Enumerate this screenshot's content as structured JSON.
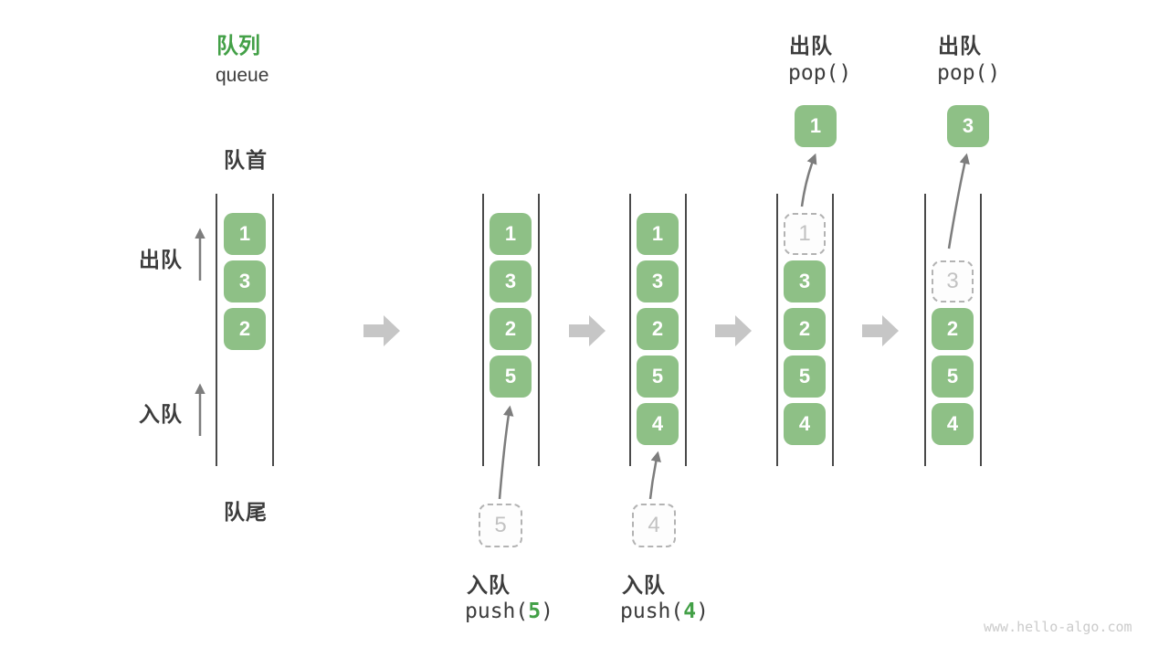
{
  "title": {
    "zh": "队列",
    "en": "queue"
  },
  "side_labels": {
    "front": "队首",
    "rear": "队尾",
    "dequeue": "出队",
    "enqueue": "入队"
  },
  "columns": [
    {
      "slots": [
        {
          "value": "1",
          "style": "green"
        },
        {
          "value": "3",
          "style": "green"
        },
        {
          "value": "2",
          "style": "green"
        }
      ]
    },
    {
      "slots": [
        {
          "value": "1",
          "style": "green"
        },
        {
          "value": "3",
          "style": "green"
        },
        {
          "value": "2",
          "style": "green"
        },
        {
          "value": "5",
          "style": "green"
        }
      ],
      "pending": {
        "value": "5"
      },
      "op_label": {
        "zh": "入队",
        "code_pre": "push(",
        "code_arg": "5",
        "code_post": ")"
      }
    },
    {
      "slots": [
        {
          "value": "1",
          "style": "green"
        },
        {
          "value": "3",
          "style": "green"
        },
        {
          "value": "2",
          "style": "green"
        },
        {
          "value": "5",
          "style": "green"
        },
        {
          "value": "4",
          "style": "green"
        }
      ],
      "pending": {
        "value": "4"
      },
      "op_label": {
        "zh": "入队",
        "code_pre": "push(",
        "code_arg": "4",
        "code_post": ")"
      }
    },
    {
      "slots": [
        {
          "value": "1",
          "style": "ghost"
        },
        {
          "value": "3",
          "style": "green"
        },
        {
          "value": "2",
          "style": "green"
        },
        {
          "value": "5",
          "style": "green"
        },
        {
          "value": "4",
          "style": "green"
        }
      ],
      "popped": {
        "value": "1"
      },
      "top_label": {
        "zh": "出队",
        "code": "pop()"
      }
    },
    {
      "slots": [
        {
          "value": "3",
          "style": "ghost"
        },
        {
          "value": "2",
          "style": "green"
        },
        {
          "value": "5",
          "style": "green"
        },
        {
          "value": "4",
          "style": "green"
        }
      ],
      "popped": {
        "value": "3"
      },
      "top_label": {
        "zh": "出队",
        "code": "pop()"
      }
    }
  ],
  "colors": {
    "box_green": "#8ec086",
    "accent_green": "#43a047",
    "dark_text": "#3c3c3c",
    "block_arrow": "#c6c6c6",
    "thin_arrow": "#7d7d7d",
    "wall_line": "#4a4a4a",
    "dashed_border": "#b3b3b3",
    "dashed_text": "#c2c2c2",
    "watermark": "#cbcbcb"
  },
  "icons": {
    "state_transition": "right-block-arrow",
    "direction": "up-arrow"
  },
  "watermark": "www.hello-algo.com"
}
